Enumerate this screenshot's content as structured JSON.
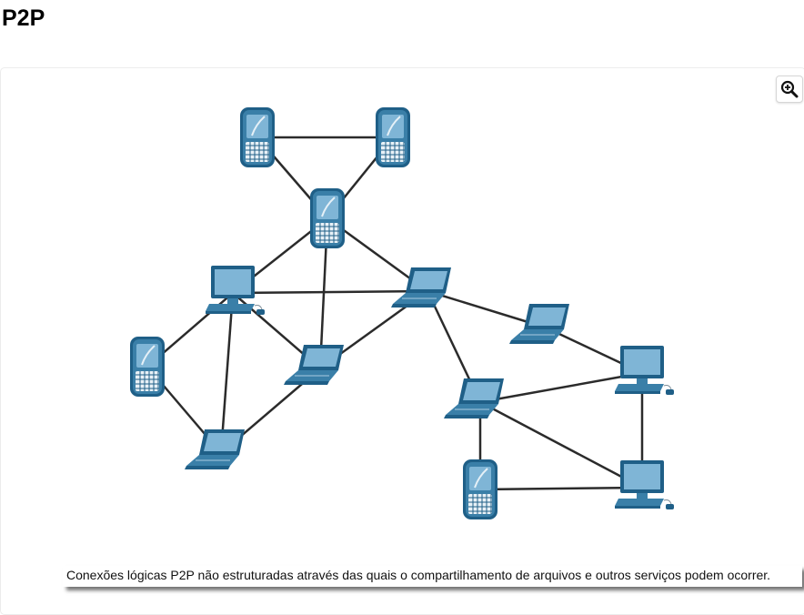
{
  "page": {
    "title": "P2P"
  },
  "toolbar": {
    "zoom_icon": "zoom-in-icon"
  },
  "diagram": {
    "caption": "Conexões lógicas P2P não estruturadas através das quais o compartilhamento de arquivos e outros serviços podem ocorrer.",
    "colors": {
      "device_dark": "#1f5f87",
      "device_mid": "#3a7fa8",
      "screen": "#7fb5d6",
      "link": "#2b2b2b"
    },
    "devices": [
      {
        "id": "phone-top-left",
        "kind": "smartphone"
      },
      {
        "id": "phone-top-right",
        "kind": "smartphone"
      },
      {
        "id": "phone-center",
        "kind": "smartphone"
      },
      {
        "id": "desktop-left",
        "kind": "desktop"
      },
      {
        "id": "laptop-center-right",
        "kind": "laptop"
      },
      {
        "id": "phone-left",
        "kind": "smartphone"
      },
      {
        "id": "laptop-center",
        "kind": "laptop"
      },
      {
        "id": "laptop-bottom-left",
        "kind": "laptop"
      },
      {
        "id": "laptop-right-top",
        "kind": "laptop"
      },
      {
        "id": "desktop-right-top",
        "kind": "desktop"
      },
      {
        "id": "laptop-right-center",
        "kind": "laptop"
      },
      {
        "id": "phone-bottom",
        "kind": "smartphone"
      },
      {
        "id": "desktop-right-bottom",
        "kind": "desktop"
      }
    ],
    "links": [
      [
        "phone-top-left",
        "phone-top-right"
      ],
      [
        "phone-top-left",
        "phone-center"
      ],
      [
        "phone-top-right",
        "phone-center"
      ],
      [
        "phone-center",
        "desktop-left"
      ],
      [
        "phone-center",
        "laptop-center"
      ],
      [
        "phone-center",
        "laptop-center-right"
      ],
      [
        "desktop-left",
        "laptop-center-right"
      ],
      [
        "desktop-left",
        "laptop-center"
      ],
      [
        "desktop-left",
        "phone-left"
      ],
      [
        "desktop-left",
        "laptop-bottom-left"
      ],
      [
        "laptop-center",
        "laptop-center-right"
      ],
      [
        "laptop-center",
        "laptop-bottom-left"
      ],
      [
        "phone-left",
        "laptop-bottom-left"
      ],
      [
        "laptop-center-right",
        "laptop-right-top"
      ],
      [
        "laptop-center-right",
        "laptop-right-center"
      ],
      [
        "laptop-right-top",
        "desktop-right-top"
      ],
      [
        "laptop-right-center",
        "desktop-right-top"
      ],
      [
        "laptop-right-center",
        "desktop-right-bottom"
      ],
      [
        "laptop-right-center",
        "phone-bottom"
      ],
      [
        "desktop-right-top",
        "desktop-right-bottom"
      ],
      [
        "phone-bottom",
        "desktop-right-bottom"
      ]
    ]
  }
}
